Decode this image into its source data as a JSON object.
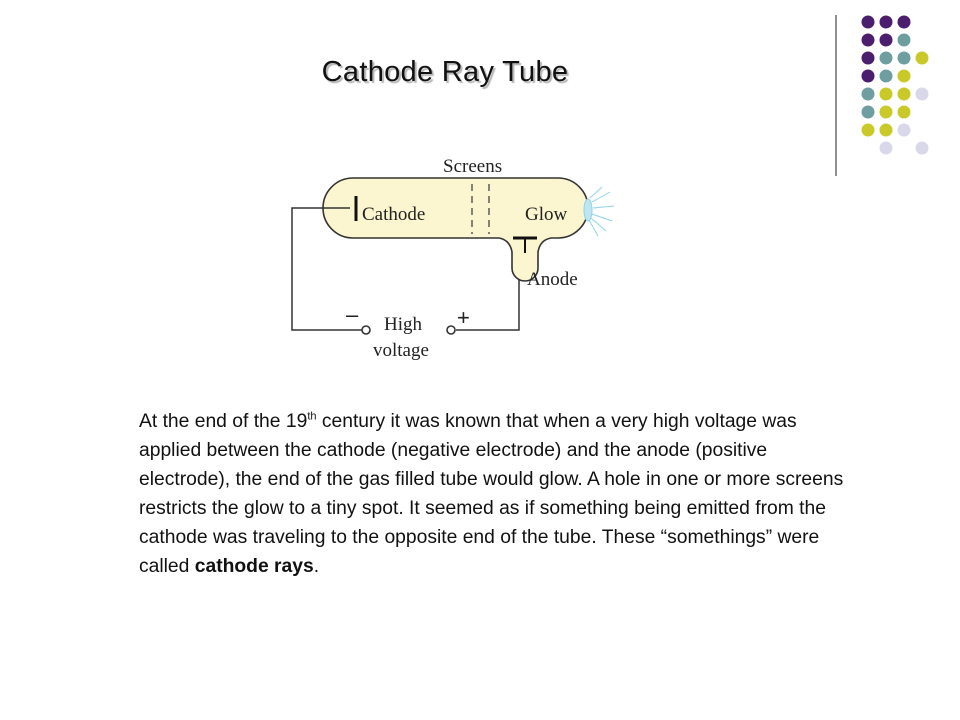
{
  "slide": {
    "title": "Cathode Ray Tube"
  },
  "diagram": {
    "labels": {
      "screens": "Screens",
      "cathode": "Cathode",
      "glow": "Glow",
      "anode": "Anode",
      "minus": "–",
      "plus": "+",
      "high": "High",
      "voltage": "voltage"
    },
    "colors": {
      "tube_fill": "#fbf6cf",
      "line": "#333333",
      "glow_rays": "#8fd3e6"
    }
  },
  "paragraph": {
    "part1": "At the end of the 19",
    "superscript": "th",
    "part2": " century it was known that when a very high voltage was applied between the cathode (negative electrode) and the anode (positive electrode), the end of the gas filled tube would glow. A hole in one or more screens restricts the glow to a tiny spot. It seemed as if something being emitted from the cathode was traveling to the opposite end of the tube. These “somethings” were called ",
    "bold": "cathode rays",
    "end": "."
  },
  "decoration": {
    "dot_colors": {
      "purple": "#4b1e6e",
      "teal": "#6e9ea0",
      "olive": "#c9c92a",
      "lavender": "#d8d8ea"
    }
  }
}
